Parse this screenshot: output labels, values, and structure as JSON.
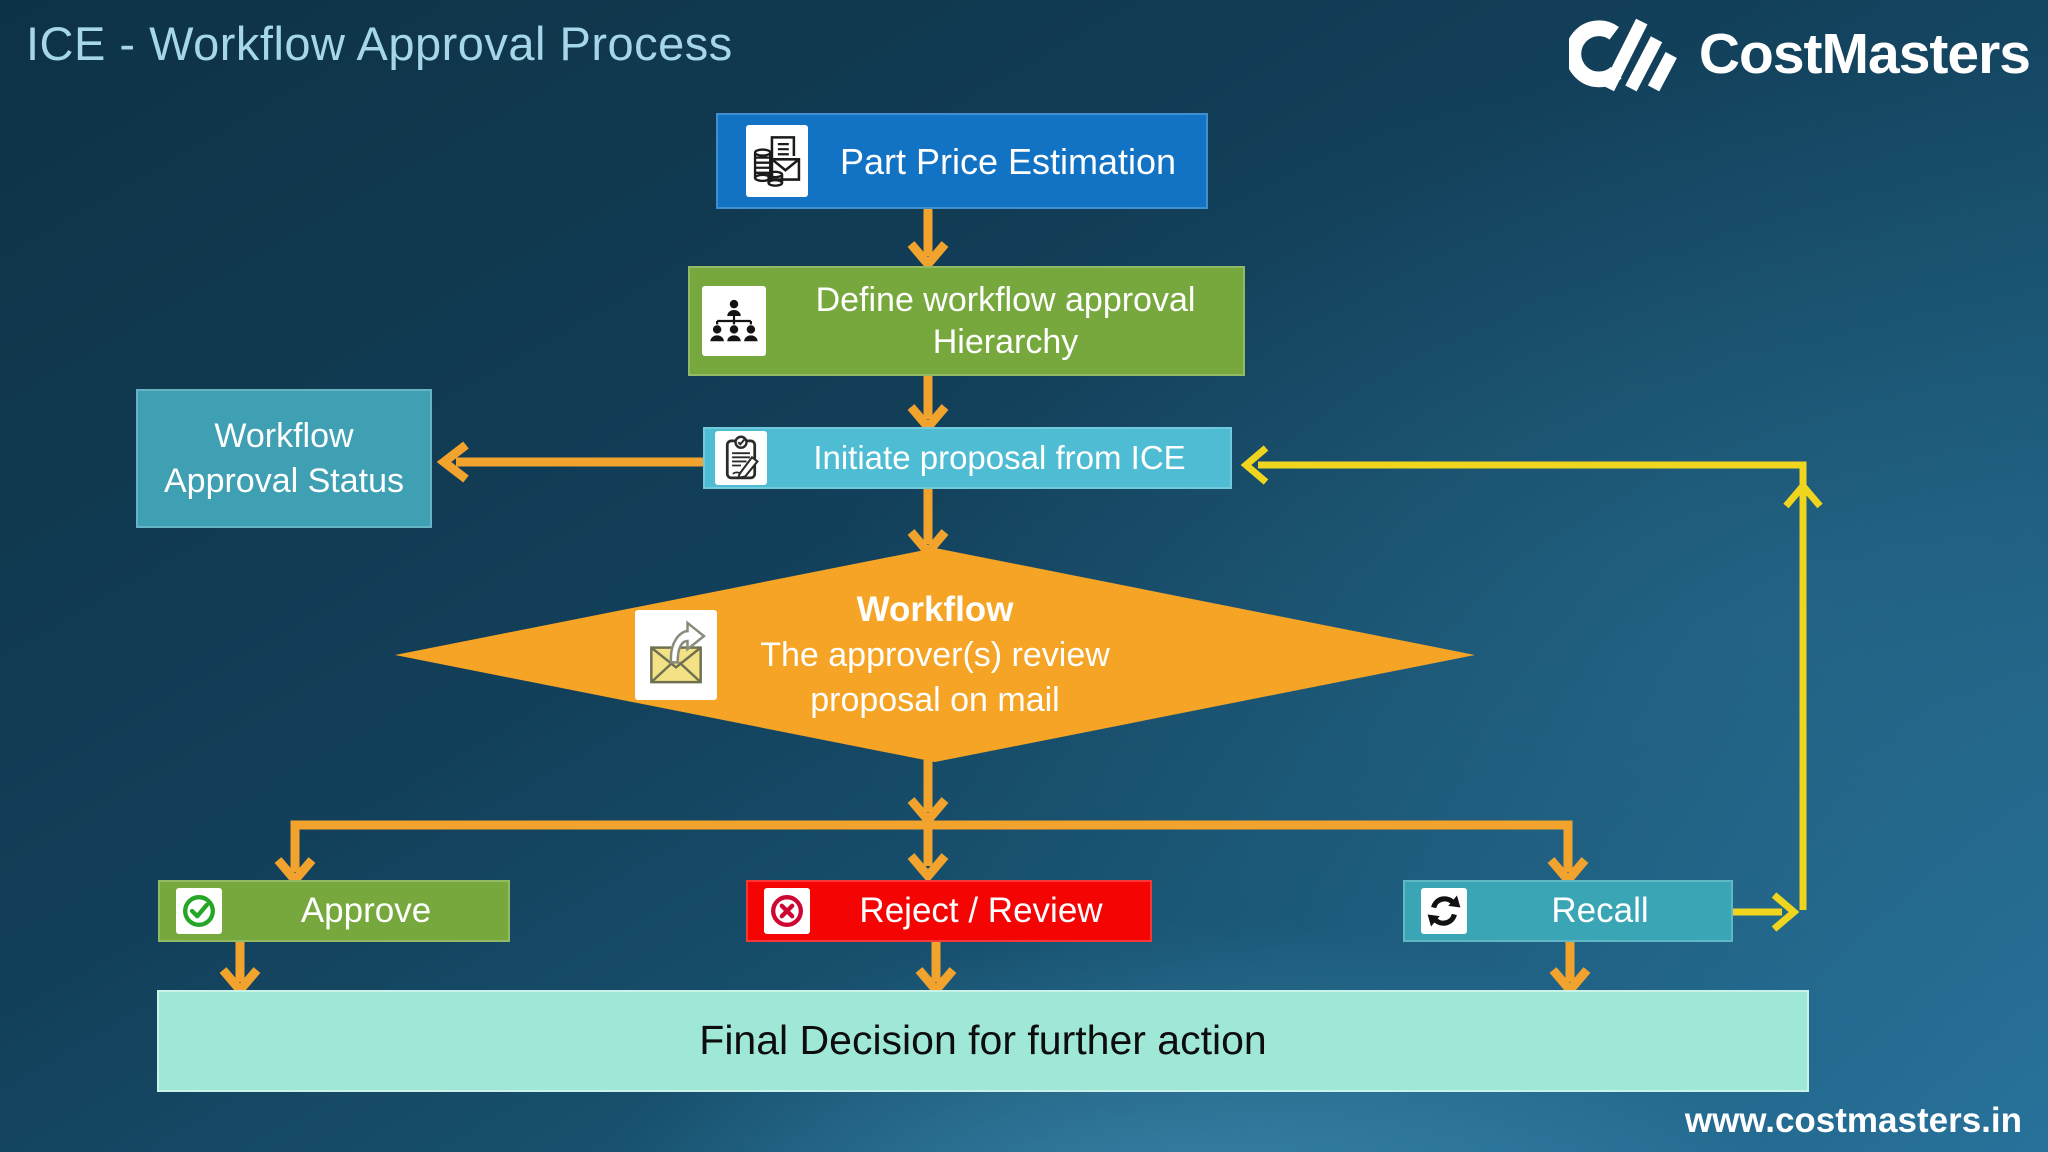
{
  "slide": {
    "title": "ICE - Workflow Approval Process",
    "brand": {
      "name": "CostMasters",
      "website": "www.costmasters.in"
    },
    "flow": {
      "part_price": {
        "label": "Part Price Estimation",
        "icon": "coins-document-icon",
        "color": "#1273C4"
      },
      "define_hierarchy": {
        "label": "Define workflow approval Hierarchy",
        "icon": "org-hierarchy-icon",
        "color": "#77A83D"
      },
      "approval_status": {
        "label": "Workflow Approval Status",
        "color": "#3FA0B4"
      },
      "initiate_proposal": {
        "label": "Initiate proposal from ICE",
        "icon": "clipboard-check-icon",
        "color": "#4EBCD2"
      },
      "workflow_review": {
        "title": "Workflow",
        "subtitle": "The approver(s) review proposal on mail",
        "icon": "mail-forward-icon",
        "color": "#F5A426",
        "shape": "diamond"
      },
      "approve": {
        "label": "Approve",
        "icon": "check-circle-icon",
        "color": "#77A83D"
      },
      "reject": {
        "label": "Reject / Review",
        "icon": "cancel-circle-icon",
        "color": "#F50404"
      },
      "recall": {
        "label": "Recall",
        "icon": "refresh-icon",
        "color": "#3AA5B5"
      },
      "final_decision": {
        "label": "Final Decision for further action",
        "color": "#9FE8D8"
      }
    },
    "connector_colors": {
      "primary_arrows": "#F1A32E",
      "recall_loop_arrows": "#EFD51E"
    }
  }
}
